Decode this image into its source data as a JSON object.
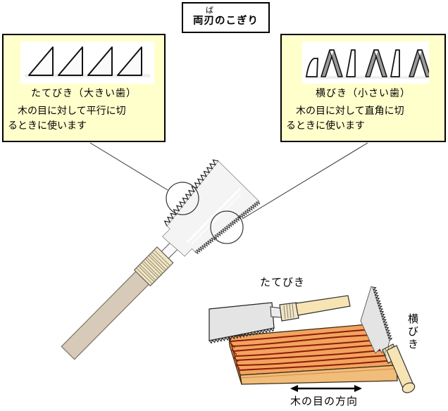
{
  "title": {
    "furigana": "ば",
    "text": "両刃のこぎり"
  },
  "rip_box": {
    "heading": "たてびき（大きい歯）",
    "body_line1": "　木の目に対して平行に切",
    "body_line2": "るときに使います"
  },
  "cross_box": {
    "heading": "横びき（小さい歯）",
    "body_line1": "　木の目に対して直角に切",
    "body_line2": "るときに使います"
  },
  "bottom_illustration": {
    "rip_saw_label": "たてびき",
    "cross_saw_label": "横びき",
    "grain_direction_label": "木の目の方向"
  },
  "colors": {
    "box_bg": "#ffffcc",
    "blade": "#f4f4f4",
    "small_blade": "#e4e4e4",
    "handle_main": "#d8cab8",
    "ferrule": "#efe5c7",
    "handle_small": "#f7e4b3",
    "wood_top": "#f2a45f",
    "wood_front": "#f0bd7a",
    "wood_end": "#e9a05a",
    "grain": "#8c1c08",
    "tooth_gray": "#9a9a9a"
  }
}
